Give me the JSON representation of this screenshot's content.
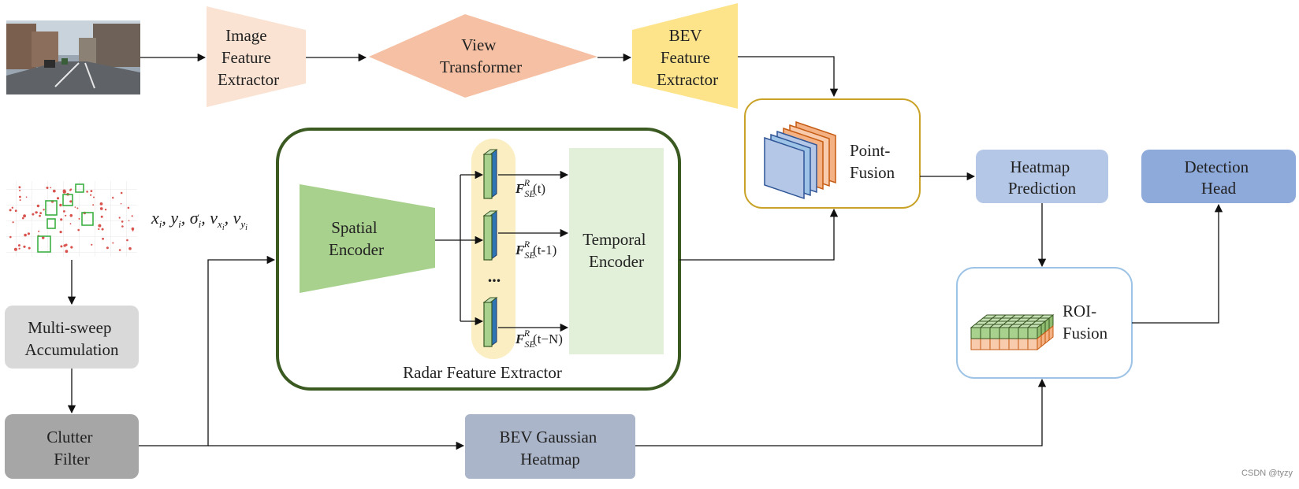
{
  "blocks": {
    "image_feature_extractor": [
      "Image",
      "Feature",
      "Extractor"
    ],
    "view_transformer": [
      "View",
      "Transformer"
    ],
    "bev_feature_extractor": [
      "BEV",
      "Feature",
      "Extractor"
    ],
    "point_fusion": [
      "Point-",
      "Fusion"
    ],
    "heatmap_prediction": [
      "Heatmap",
      "Prediction"
    ],
    "detection_head": [
      "Detection",
      "Head"
    ],
    "spatial_encoder": [
      "Spatial",
      "Encoder"
    ],
    "temporal_encoder": [
      "Temporal",
      "Encoder"
    ],
    "radar_feature_extractor": "Radar Feature Extractor",
    "multi_sweep_accumulation": [
      "Multi-sweep",
      "Accumulation"
    ],
    "clutter_filter": [
      "Clutter",
      "Filter"
    ],
    "bev_gaussian_heatmap": [
      "BEV Gaussian",
      "Heatmap"
    ],
    "roi_fusion": [
      "ROI-",
      "Fusion"
    ]
  },
  "radar_input_label": "x_i, y_i, σ_i, v_{x_i}, v_{y_i}",
  "feature_labels": {
    "symbol": "F",
    "sub": "SE",
    "sup": "R",
    "times": [
      "(t)",
      "(t-1)",
      "(t−N)"
    ],
    "ellipsis": "..."
  },
  "watermark": "CSDN @tyzy",
  "colors": {
    "image_extractor": "#fbe3d3",
    "view_transformer": "#f5c0a3",
    "bev_extractor": "#fde38a",
    "point_fusion_border": "#c9a227",
    "heatmap_prediction": "#b4c7e7",
    "detection_head": "#8eaadb",
    "radar_border": "#3b5a22",
    "spatial_encoder": "#a9d18e",
    "temporal_encoder": "#e2efd9",
    "stack_highlight": "#fbeec3",
    "gray_box": "#d9d9d9",
    "clutter_box": "#a6a6a6",
    "gaussian_box": "#aab5c9",
    "roi_border": "#9dc3e6"
  }
}
